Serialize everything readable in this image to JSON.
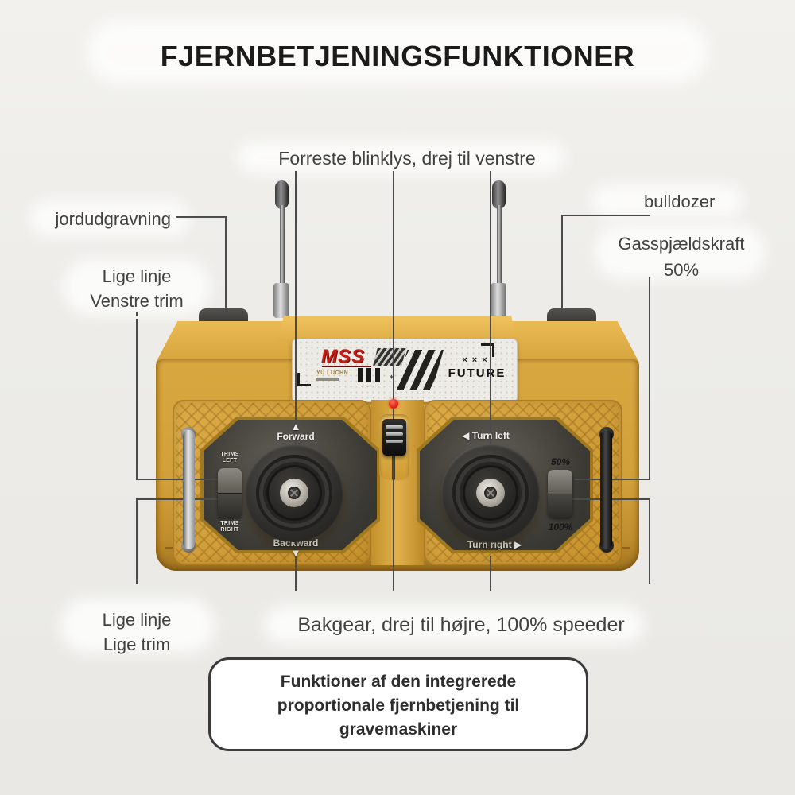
{
  "title": "FJERNBETJENINGSFUNKTIONER",
  "callouts": {
    "front_blinker": "Forreste blinklys, drej til venstre",
    "excavation": "jordudgravning",
    "straight_left_trim": [
      "Lige linje",
      "Venstre trim"
    ],
    "straight_straight_trim": [
      "Lige linje",
      "Lige trim"
    ],
    "bulldozer": "bulldozer",
    "throttle": [
      "Gasspjældskraft",
      "50%"
    ],
    "reverse": "Bakgear, drej til højre, 100% speeder"
  },
  "footer": {
    "lines": [
      "Funktioner af den integrerede",
      "proportionale fjernbetjening til",
      "gravemaskiner"
    ]
  },
  "controller": {
    "brand": "MSS",
    "brand_sub": "YU LUCHN",
    "panel_xxx": "×××",
    "panel_future": "FUTURE",
    "left_stick_top": "Forward",
    "left_stick_bottom": "Backward",
    "right_stick_top": "Turn left",
    "right_stick_bottom": "Turn right",
    "trim_switch_top": [
      "TRIMS",
      "LEFT"
    ],
    "trim_switch_bottom": [
      "TRIMS",
      "RIGHT"
    ],
    "speed_switch_top": "50%",
    "speed_switch_bottom": "100%"
  },
  "icons": {
    "up_arrow": "▲",
    "down_arrow": "▼",
    "left_arrow": "◀",
    "right_arrow": "▶"
  },
  "colors": {
    "body_gold": "#d2a03a",
    "panel_silver": "#edebe5",
    "brand_red": "#c41e17",
    "led_red": "#d91a10",
    "line": "#4b4b4b",
    "background": "#efedea"
  }
}
